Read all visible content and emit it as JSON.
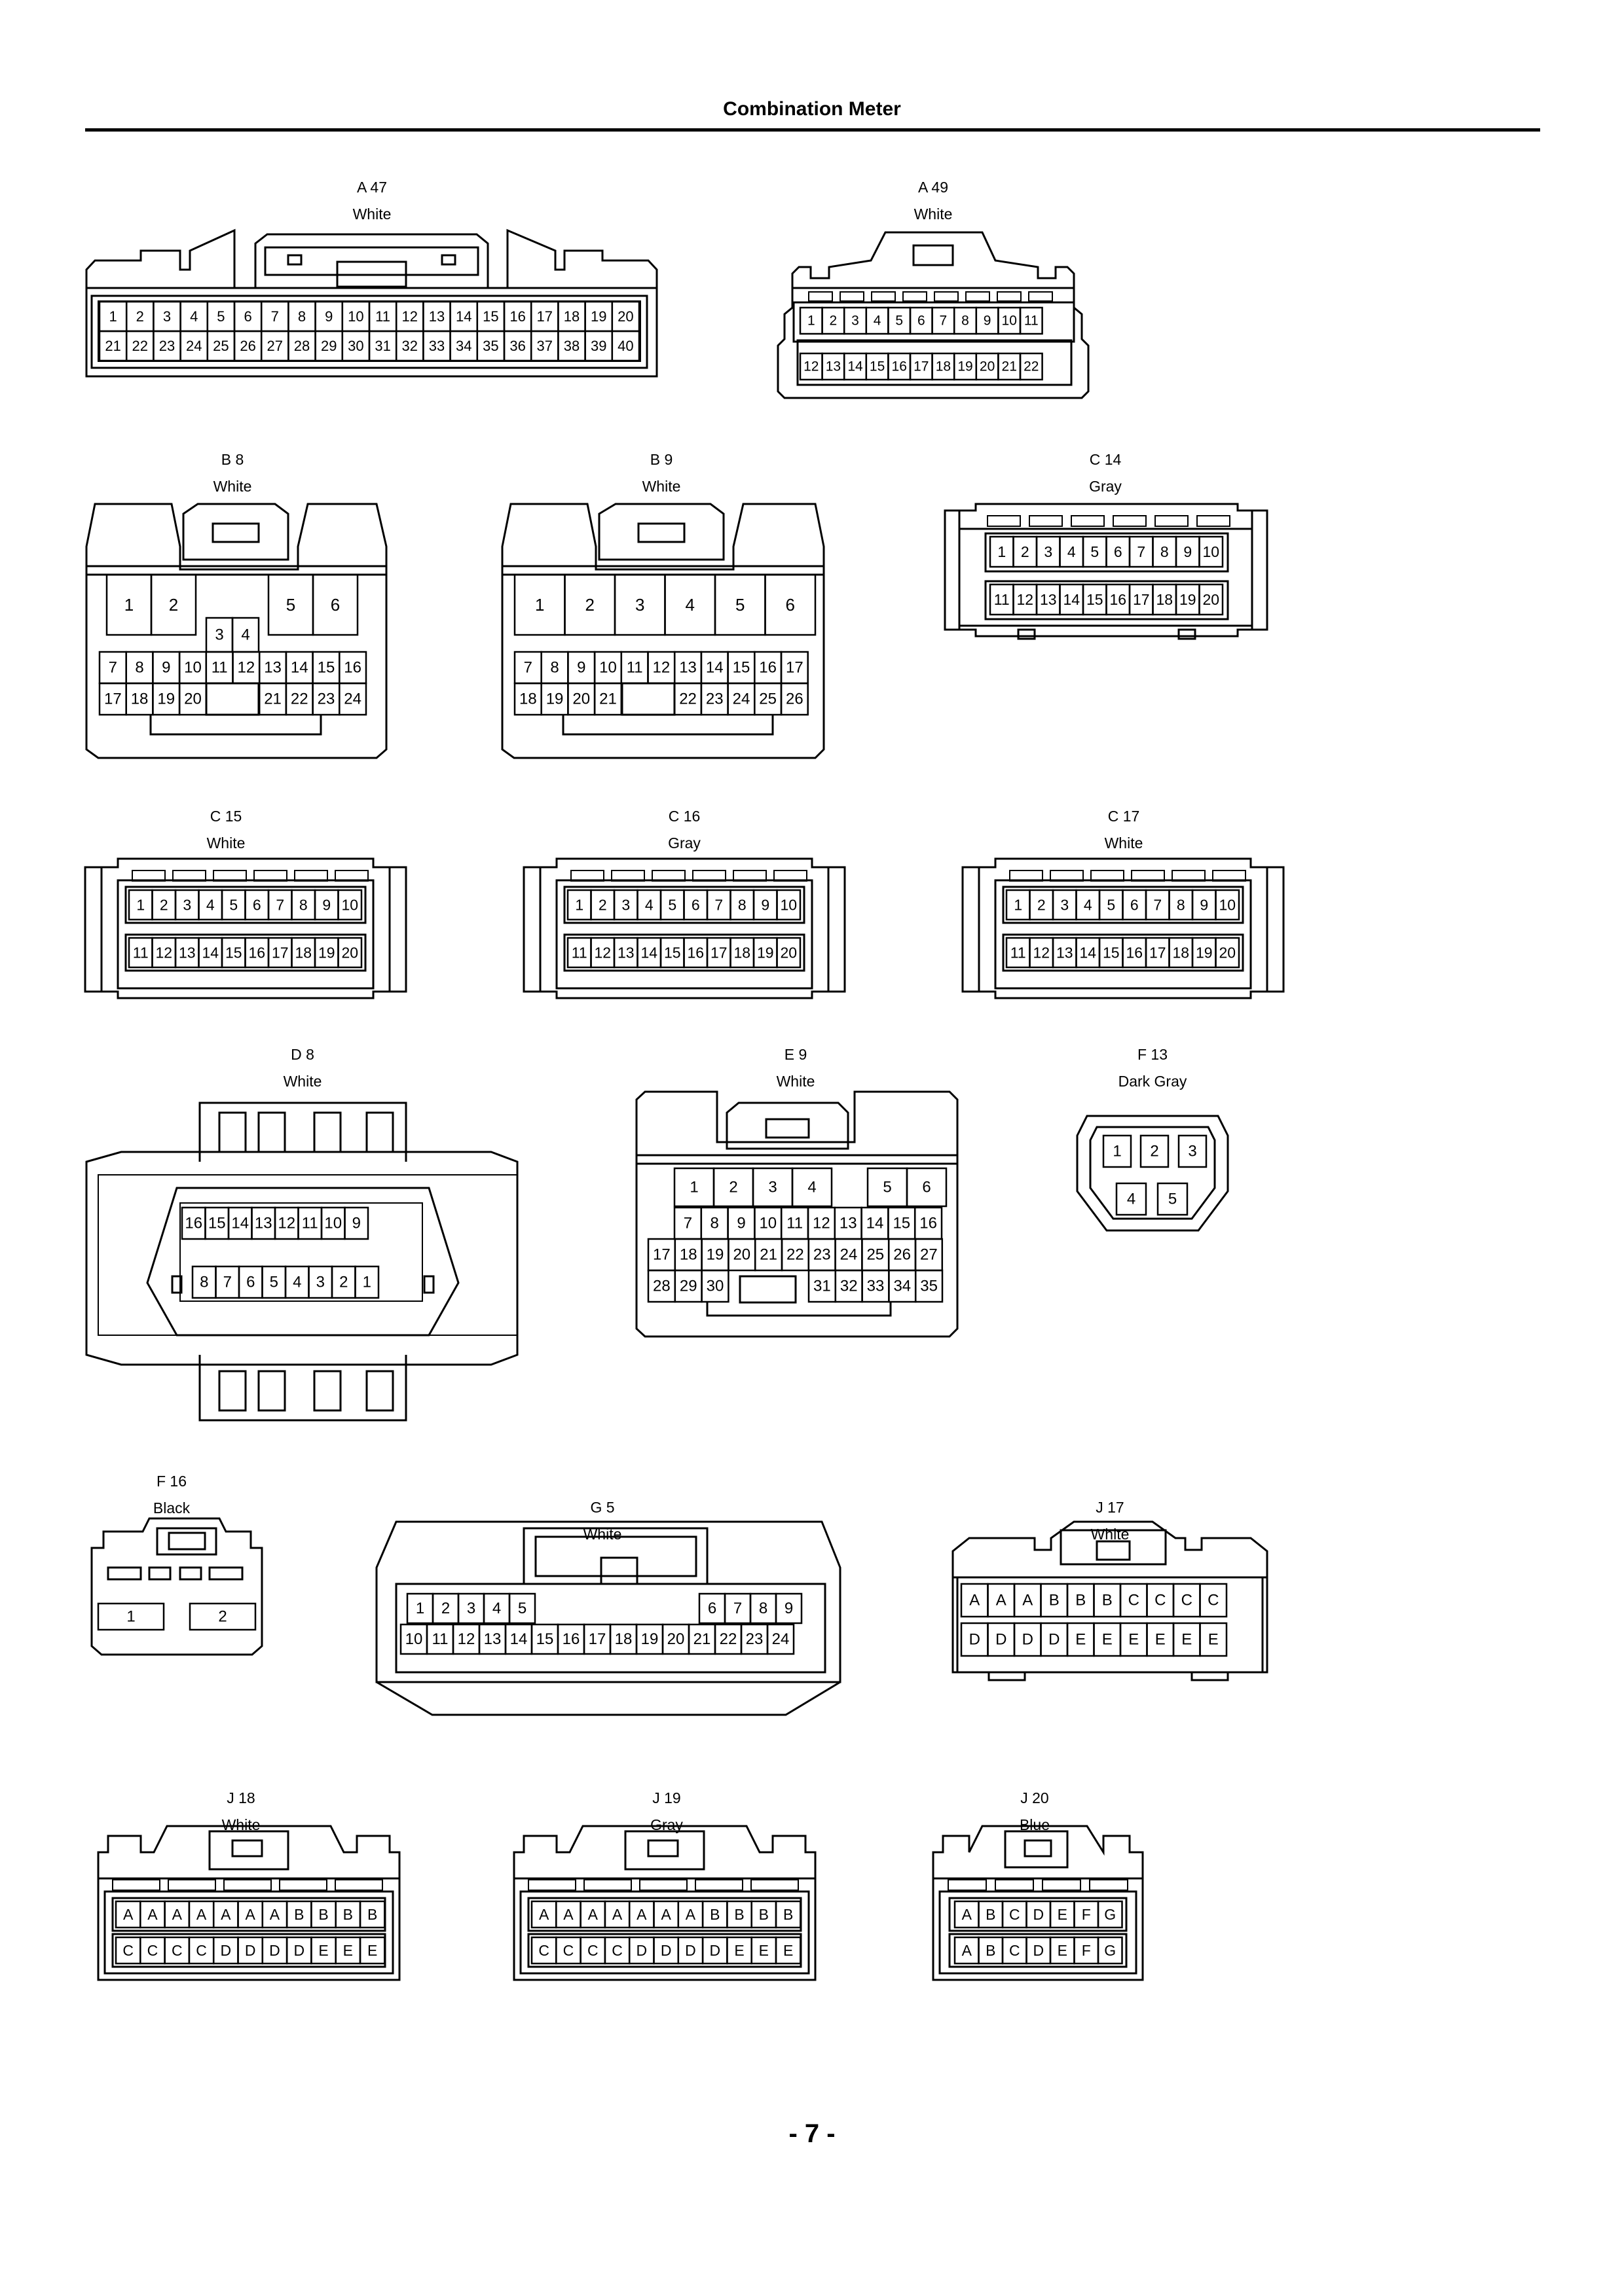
{
  "page": {
    "title": "Combination Meter",
    "page_number": "- 7 -"
  },
  "connectors": [
    {
      "id": "A 47",
      "color": "White",
      "rows": [
        [
          "1",
          "2",
          "3",
          "4",
          "5",
          "6",
          "7",
          "8",
          "9",
          "10",
          "11",
          "12",
          "13",
          "14",
          "15",
          "16",
          "17",
          "18",
          "19",
          "20"
        ],
        [
          "21",
          "22",
          "23",
          "24",
          "25",
          "26",
          "27",
          "28",
          "29",
          "30",
          "31",
          "32",
          "33",
          "34",
          "35",
          "36",
          "37",
          "38",
          "39",
          "40"
        ]
      ]
    },
    {
      "id": "A 49",
      "color": "White",
      "rows": [
        [
          "1",
          "2",
          "3",
          "4",
          "5",
          "6",
          "7",
          "8",
          "9",
          "10",
          "11"
        ],
        [
          "12",
          "13",
          "14",
          "15",
          "16",
          "17",
          "18",
          "19",
          "20",
          "21",
          "22"
        ]
      ]
    },
    {
      "id": "B 8",
      "color": "White",
      "rows": [
        [
          "1",
          "2",
          "",
          "",
          "5",
          "6"
        ],
        [
          "3",
          "4"
        ],
        [
          "7",
          "8",
          "9",
          "10",
          "11",
          "12",
          "13",
          "14",
          "15",
          "16"
        ],
        [
          "17",
          "18",
          "19",
          "20",
          "",
          "",
          "21",
          "22",
          "23",
          "24"
        ]
      ]
    },
    {
      "id": "B 9",
      "color": "White",
      "rows": [
        [
          "1",
          "2",
          "3",
          "4",
          "5",
          "6"
        ],
        [
          "7",
          "8",
          "9",
          "10",
          "11",
          "12",
          "13",
          "14",
          "15",
          "16",
          "17"
        ],
        [
          "18",
          "19",
          "20",
          "21",
          "",
          "",
          "22",
          "23",
          "24",
          "25",
          "26"
        ]
      ]
    },
    {
      "id": "C 14",
      "color": "Gray",
      "rows": [
        [
          "1",
          "2",
          "3",
          "4",
          "5",
          "6",
          "7",
          "8",
          "9",
          "10"
        ],
        [
          "11",
          "12",
          "13",
          "14",
          "15",
          "16",
          "17",
          "18",
          "19",
          "20"
        ]
      ]
    },
    {
      "id": "C 15",
      "color": "White",
      "rows": [
        [
          "1",
          "2",
          "3",
          "4",
          "5",
          "6",
          "7",
          "8",
          "9",
          "10"
        ],
        [
          "11",
          "12",
          "13",
          "14",
          "15",
          "16",
          "17",
          "18",
          "19",
          "20"
        ]
      ]
    },
    {
      "id": "C 16",
      "color": "Gray",
      "rows": [
        [
          "1",
          "2",
          "3",
          "4",
          "5",
          "6",
          "7",
          "8",
          "9",
          "10"
        ],
        [
          "11",
          "12",
          "13",
          "14",
          "15",
          "16",
          "17",
          "18",
          "19",
          "20"
        ]
      ]
    },
    {
      "id": "C 17",
      "color": "White",
      "rows": [
        [
          "1",
          "2",
          "3",
          "4",
          "5",
          "6",
          "7",
          "8",
          "9",
          "10"
        ],
        [
          "11",
          "12",
          "13",
          "14",
          "15",
          "16",
          "17",
          "18",
          "19",
          "20"
        ]
      ]
    },
    {
      "id": "D 8",
      "color": "White",
      "rows": [
        [
          "16",
          "15",
          "14",
          "13",
          "12",
          "11",
          "10",
          "9"
        ],
        [
          "8",
          "7",
          "6",
          "5",
          "4",
          "3",
          "2",
          "1"
        ]
      ]
    },
    {
      "id": "E 9",
      "color": "White",
      "rows": [
        [
          "1",
          "2",
          "3",
          "4",
          "",
          "5",
          "6"
        ],
        [
          "7",
          "8",
          "9",
          "10",
          "11",
          "12",
          "13",
          "14",
          "15",
          "16"
        ],
        [
          "17",
          "18",
          "19",
          "20",
          "21",
          "22",
          "23",
          "24",
          "25",
          "26",
          "27"
        ],
        [
          "28",
          "29",
          "30",
          "",
          "",
          "31",
          "32",
          "33",
          "34",
          "35"
        ]
      ]
    },
    {
      "id": "F 13",
      "color": "Dark Gray",
      "rows": [
        [
          "1",
          "2",
          "3"
        ],
        [
          "4",
          "5"
        ]
      ]
    },
    {
      "id": "F 16",
      "color": "Black",
      "rows": [
        [
          "1",
          "2"
        ]
      ]
    },
    {
      "id": "G 5",
      "color": "White",
      "rows": [
        [
          "1",
          "2",
          "3",
          "4",
          "5",
          "",
          "",
          "",
          "",
          "6",
          "7",
          "8",
          "9"
        ],
        [
          "10",
          "11",
          "12",
          "13",
          "14",
          "15",
          "16",
          "17",
          "18",
          "19",
          "20",
          "21",
          "22",
          "23",
          "24"
        ]
      ]
    },
    {
      "id": "J 17",
      "color": "White",
      "rows": [
        [
          "A",
          "A",
          "A",
          "B",
          "B",
          "B",
          "C",
          "C",
          "C",
          "C"
        ],
        [
          "D",
          "D",
          "D",
          "D",
          "E",
          "E",
          "E",
          "E",
          "E",
          "E"
        ]
      ]
    },
    {
      "id": "J 18",
      "color": "White",
      "rows": [
        [
          "A",
          "A",
          "A",
          "A",
          "A",
          "A",
          "A",
          "B",
          "B",
          "B",
          "B"
        ],
        [
          "C",
          "C",
          "C",
          "C",
          "D",
          "D",
          "D",
          "D",
          "E",
          "E",
          "E"
        ]
      ]
    },
    {
      "id": "J 19",
      "color": "Gray",
      "rows": [
        [
          "A",
          "A",
          "A",
          "A",
          "A",
          "A",
          "A",
          "B",
          "B",
          "B",
          "B"
        ],
        [
          "C",
          "C",
          "C",
          "C",
          "D",
          "D",
          "D",
          "D",
          "E",
          "E",
          "E"
        ]
      ]
    },
    {
      "id": "J 20",
      "color": "Blue",
      "rows": [
        [
          "A",
          "B",
          "C",
          "D",
          "E",
          "F",
          "G"
        ],
        [
          "A",
          "B",
          "C",
          "D",
          "E",
          "F",
          "G"
        ]
      ]
    }
  ]
}
